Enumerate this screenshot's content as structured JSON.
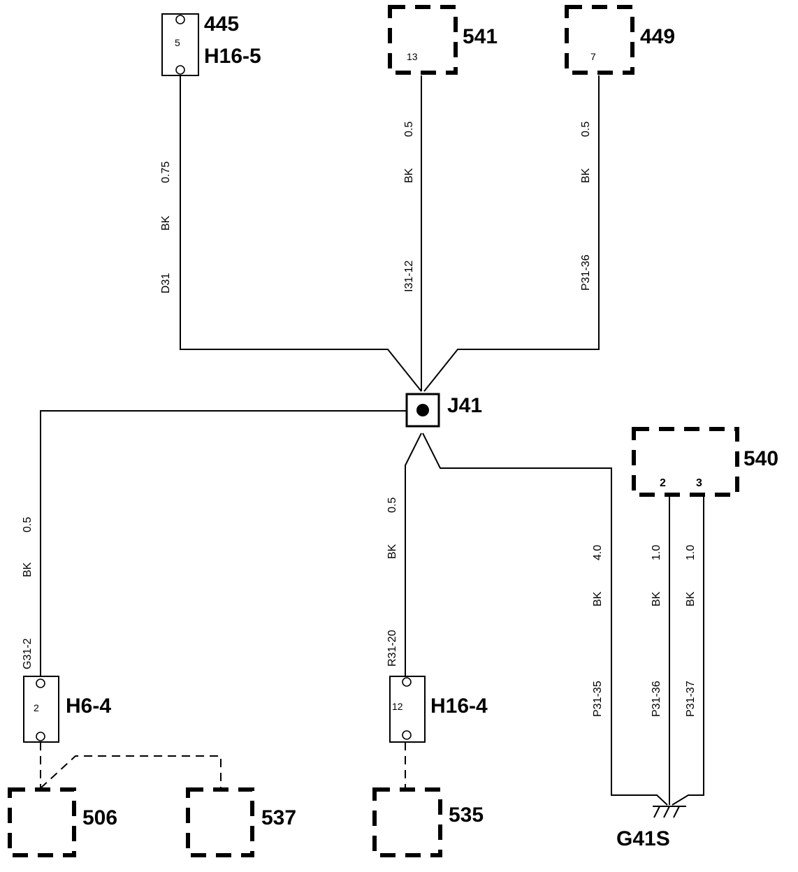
{
  "components": {
    "c445": {
      "id": "445",
      "sub": "H16-5",
      "pin": "5"
    },
    "c541": {
      "id": "541",
      "pin": "13"
    },
    "c449": {
      "id": "449",
      "pin": "7"
    },
    "j41": {
      "id": "J41"
    },
    "c540": {
      "id": "540",
      "pin_a": "2",
      "pin_b": "3"
    },
    "h6_4": {
      "id": "H6-4",
      "pin": "2"
    },
    "h16_4": {
      "id": "H16-4",
      "pin": "12"
    },
    "c506": {
      "id": "506"
    },
    "c537": {
      "id": "537"
    },
    "c535": {
      "id": "535"
    },
    "ground": {
      "id": "G41S"
    }
  },
  "wires": {
    "w1": {
      "size": "0.75",
      "color": "BK",
      "circuit": "D31"
    },
    "w2": {
      "size": "0.5",
      "color": "BK",
      "circuit": "I31-12"
    },
    "w3": {
      "size": "0.5",
      "color": "BK",
      "circuit": "P31-36"
    },
    "w4": {
      "size": "0.5",
      "color": "BK",
      "circuit": "G31-2"
    },
    "w5": {
      "size": "0.5",
      "color": "BK",
      "circuit": "R31-20"
    },
    "w6": {
      "size": "4.0",
      "color": "BK",
      "circuit": "P31-35"
    },
    "w7": {
      "size": "1.0",
      "color": "BK",
      "circuit": "P31-36"
    },
    "w8": {
      "size": "1.0",
      "color": "BK",
      "circuit": "P31-37"
    }
  }
}
